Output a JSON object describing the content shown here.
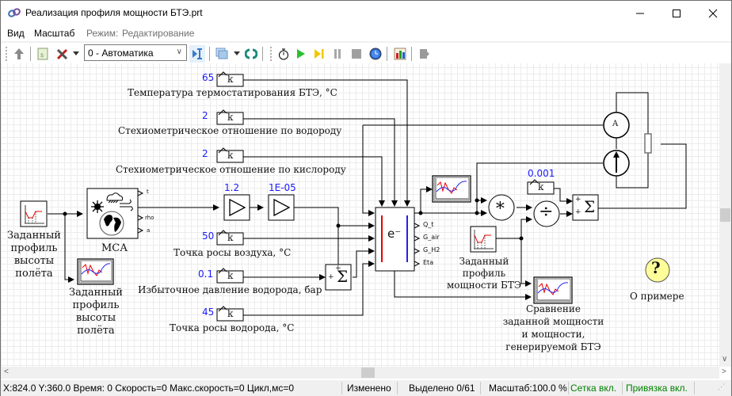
{
  "window": {
    "title": "Реализация профиля мощности БТЭ.prt",
    "controls": {
      "minimize": "minimize",
      "maximize": "maximize",
      "close": "close"
    }
  },
  "menu": {
    "items": [
      "Вид",
      "Масштаб"
    ],
    "mode_label": "Режим:",
    "mode_value": "Редактирование"
  },
  "toolbar": {
    "combo_value": "0 - Автоматика",
    "icons": [
      "up-arrow-icon",
      "script-icon",
      "tools-icon",
      "dropdown-icon",
      "step-into-icon",
      "layers-icon",
      "dropdown-icon",
      "sync-icon",
      "stopwatch-icon",
      "play-icon",
      "step-icon",
      "pause-icon",
      "stop-icon",
      "clock-icon",
      "bar-chart-icon",
      "exit-icon"
    ]
  },
  "diagram": {
    "constants": [
      {
        "value": "65",
        "symbol": "k",
        "label": "Температура термостатирования БТЭ, °C"
      },
      {
        "value": "2",
        "symbol": "k",
        "label": "Стехиометрическое отношение по водороду"
      },
      {
        "value": "2",
        "symbol": "k",
        "label": "Стехиометрическое отношение по кислороду"
      },
      {
        "value": "50",
        "symbol": "k",
        "label": "Точка росы воздуха, °C"
      },
      {
        "value": "0.1",
        "symbol": "k",
        "label": "Избыточное давление водорода, бар"
      },
      {
        "value": "45",
        "symbol": "k",
        "label": "Точка росы водорода, °C"
      },
      {
        "value": "0.001",
        "symbol": "k",
        "label": ""
      }
    ],
    "gains": [
      {
        "value": "1.2"
      },
      {
        "value": "1E-05"
      }
    ],
    "altitude_profile": {
      "label_lines": [
        "Заданный",
        "профиль",
        "высоты",
        "полёта"
      ]
    },
    "altitude_plot": {
      "label_lines": [
        "Заданный",
        "профиль",
        "высоты",
        "полёта"
      ]
    },
    "atmosphere": {
      "label": "МСА",
      "ports": [
        "t",
        "rho",
        "a"
      ]
    },
    "fuel_cell": {
      "symbol": "e⁻",
      "ports": [
        "Q_t",
        "G_air",
        "G_H2",
        "Eta"
      ]
    },
    "power_profile": {
      "label_lines": [
        "Заданный",
        "профиль",
        "мощности БТЭ"
      ]
    },
    "comparison_plot": {
      "label_lines": [
        "Сравнение",
        "заданной мощности",
        "и мощности,",
        "генерируемой БТЭ"
      ]
    },
    "ammeter": {
      "symbol": "A"
    },
    "sum_symbol": "Σ",
    "multiply_symbol": "∗",
    "divide_symbol": "÷",
    "help": {
      "symbol": "?",
      "label": "О примере"
    }
  },
  "status": {
    "coords": "X:824.0  Y:360.0 Время: 0 Скорость=0 Макс.скорость=0 Цикл,мс=0",
    "modified": "Изменено",
    "selected": "Выделено 0/61",
    "zoom": "Масштаб:100.0 %",
    "grid": "Сетка вкл.",
    "snap": "Привязка вкл.",
    "grid_color": "#008000",
    "snap_color": "#008000"
  }
}
